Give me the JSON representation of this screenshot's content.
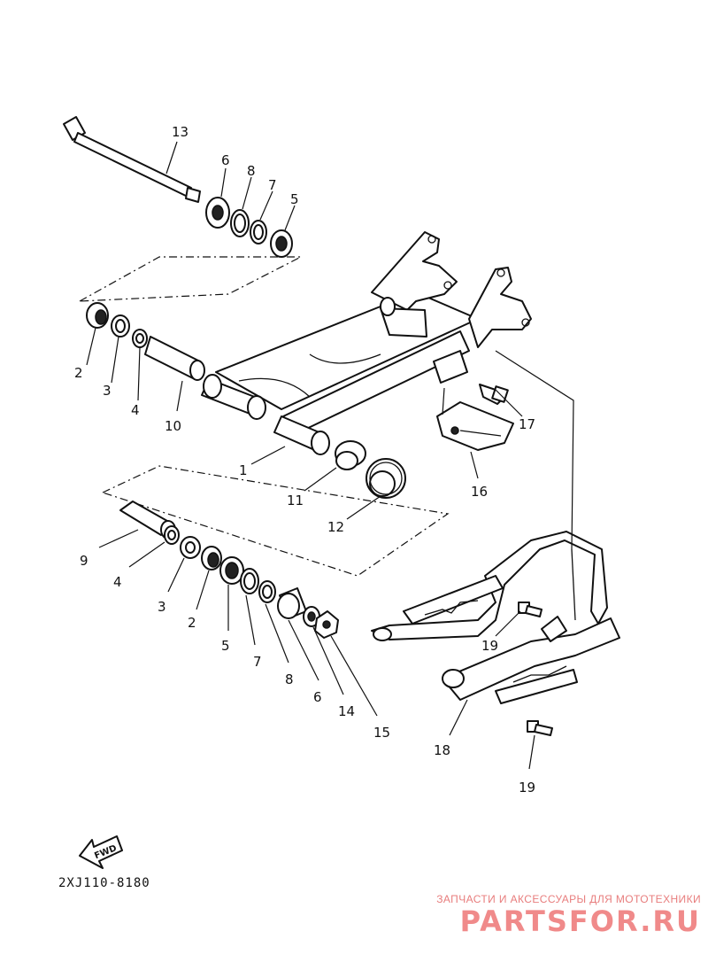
{
  "diagram": {
    "callouts": {
      "c13": "13",
      "c6a": "6",
      "c8a": "8",
      "c7a": "7",
      "c5a": "5",
      "c2a": "2",
      "c3a": "3",
      "c4a": "4",
      "c10": "10",
      "c1": "1",
      "c11": "11",
      "c12": "12",
      "c17": "17",
      "c16": "16",
      "c9": "9",
      "c4b": "4",
      "c3b": "3",
      "c2b": "2",
      "c5b": "5",
      "c7b": "7",
      "c8b": "8",
      "c6b": "6",
      "c14": "14",
      "c15": "15",
      "c19a": "19",
      "c18": "18",
      "c19b": "19"
    },
    "fwd_label": "FWD",
    "diagram_code": "2XJ110-8180"
  },
  "watermark": {
    "tagline": "ЗАПЧАСТИ И АКСЕССУАРЫ ДЛЯ МОТОТЕХНИКИ",
    "logo": "PARTSFOR.RU"
  },
  "colors": {
    "line": "#111111",
    "watermark": "#f08a8a"
  }
}
